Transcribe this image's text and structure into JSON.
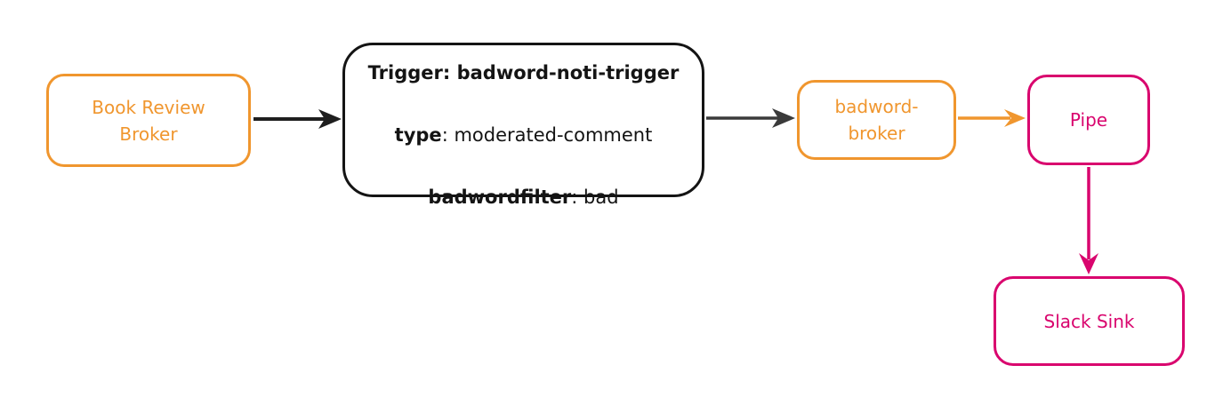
{
  "diagram": {
    "colors": {
      "orange": "#F0962E",
      "pink": "#D9056E",
      "ink": "#141414",
      "edge1": "#1E1E1E",
      "edge2": "#3A3A3A"
    },
    "nodes": {
      "book_review_broker": {
        "label": "Book Review\nBroker"
      },
      "trigger": {
        "line1": "Trigger: badword-noti-trigger",
        "line2_key": "type",
        "line2_value": ": moderated-comment",
        "line3_key": "badwordfilter",
        "line3_value": ": bad"
      },
      "badword_broker": {
        "label": "badword-\nbroker"
      },
      "pipe": {
        "label": "Pipe"
      },
      "slack_sink": {
        "label": "Slack Sink"
      }
    }
  }
}
